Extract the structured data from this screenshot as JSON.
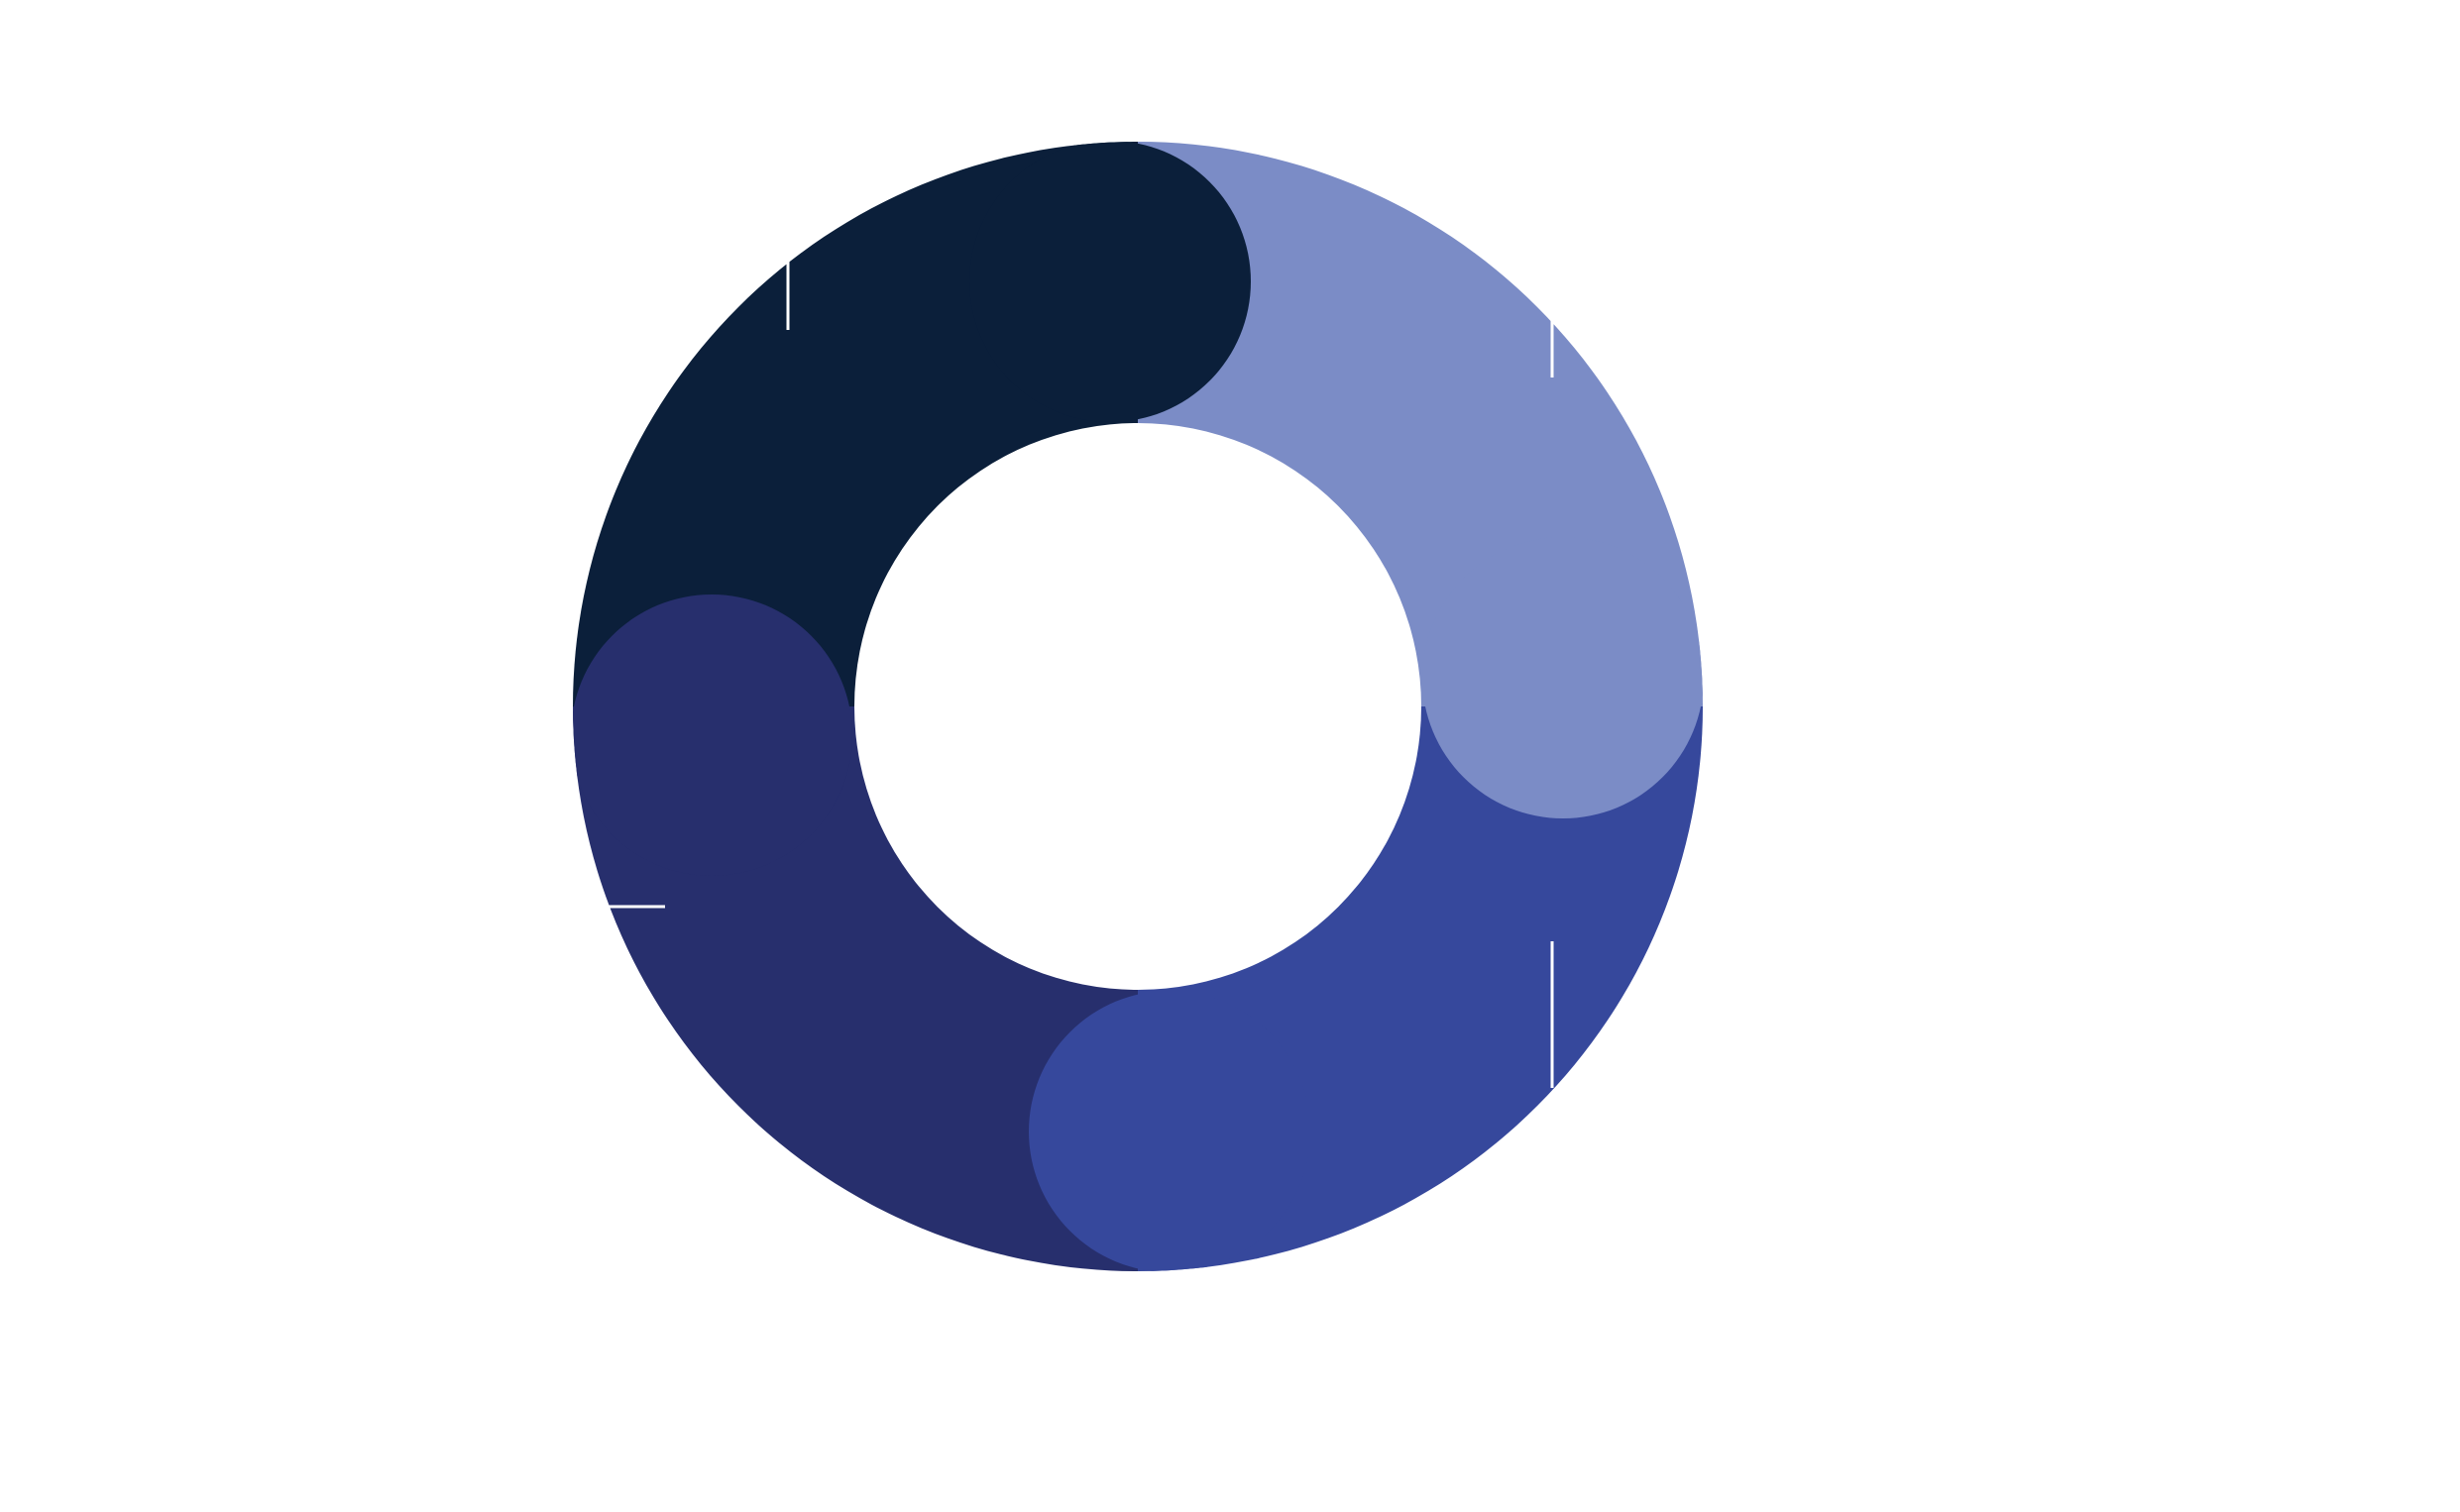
{
  "diagram": {
    "type": "cycle-ring",
    "segments": [
      {
        "id": "segment-1",
        "color": "#0b1f3a"
      },
      {
        "id": "segment-2",
        "color": "#7b8cc6"
      },
      {
        "id": "segment-3",
        "color": "#36489c"
      },
      {
        "id": "segment-4",
        "color": "#272f6d"
      }
    ],
    "background_color": "#ffffff",
    "inner_color": "#ffffff"
  }
}
